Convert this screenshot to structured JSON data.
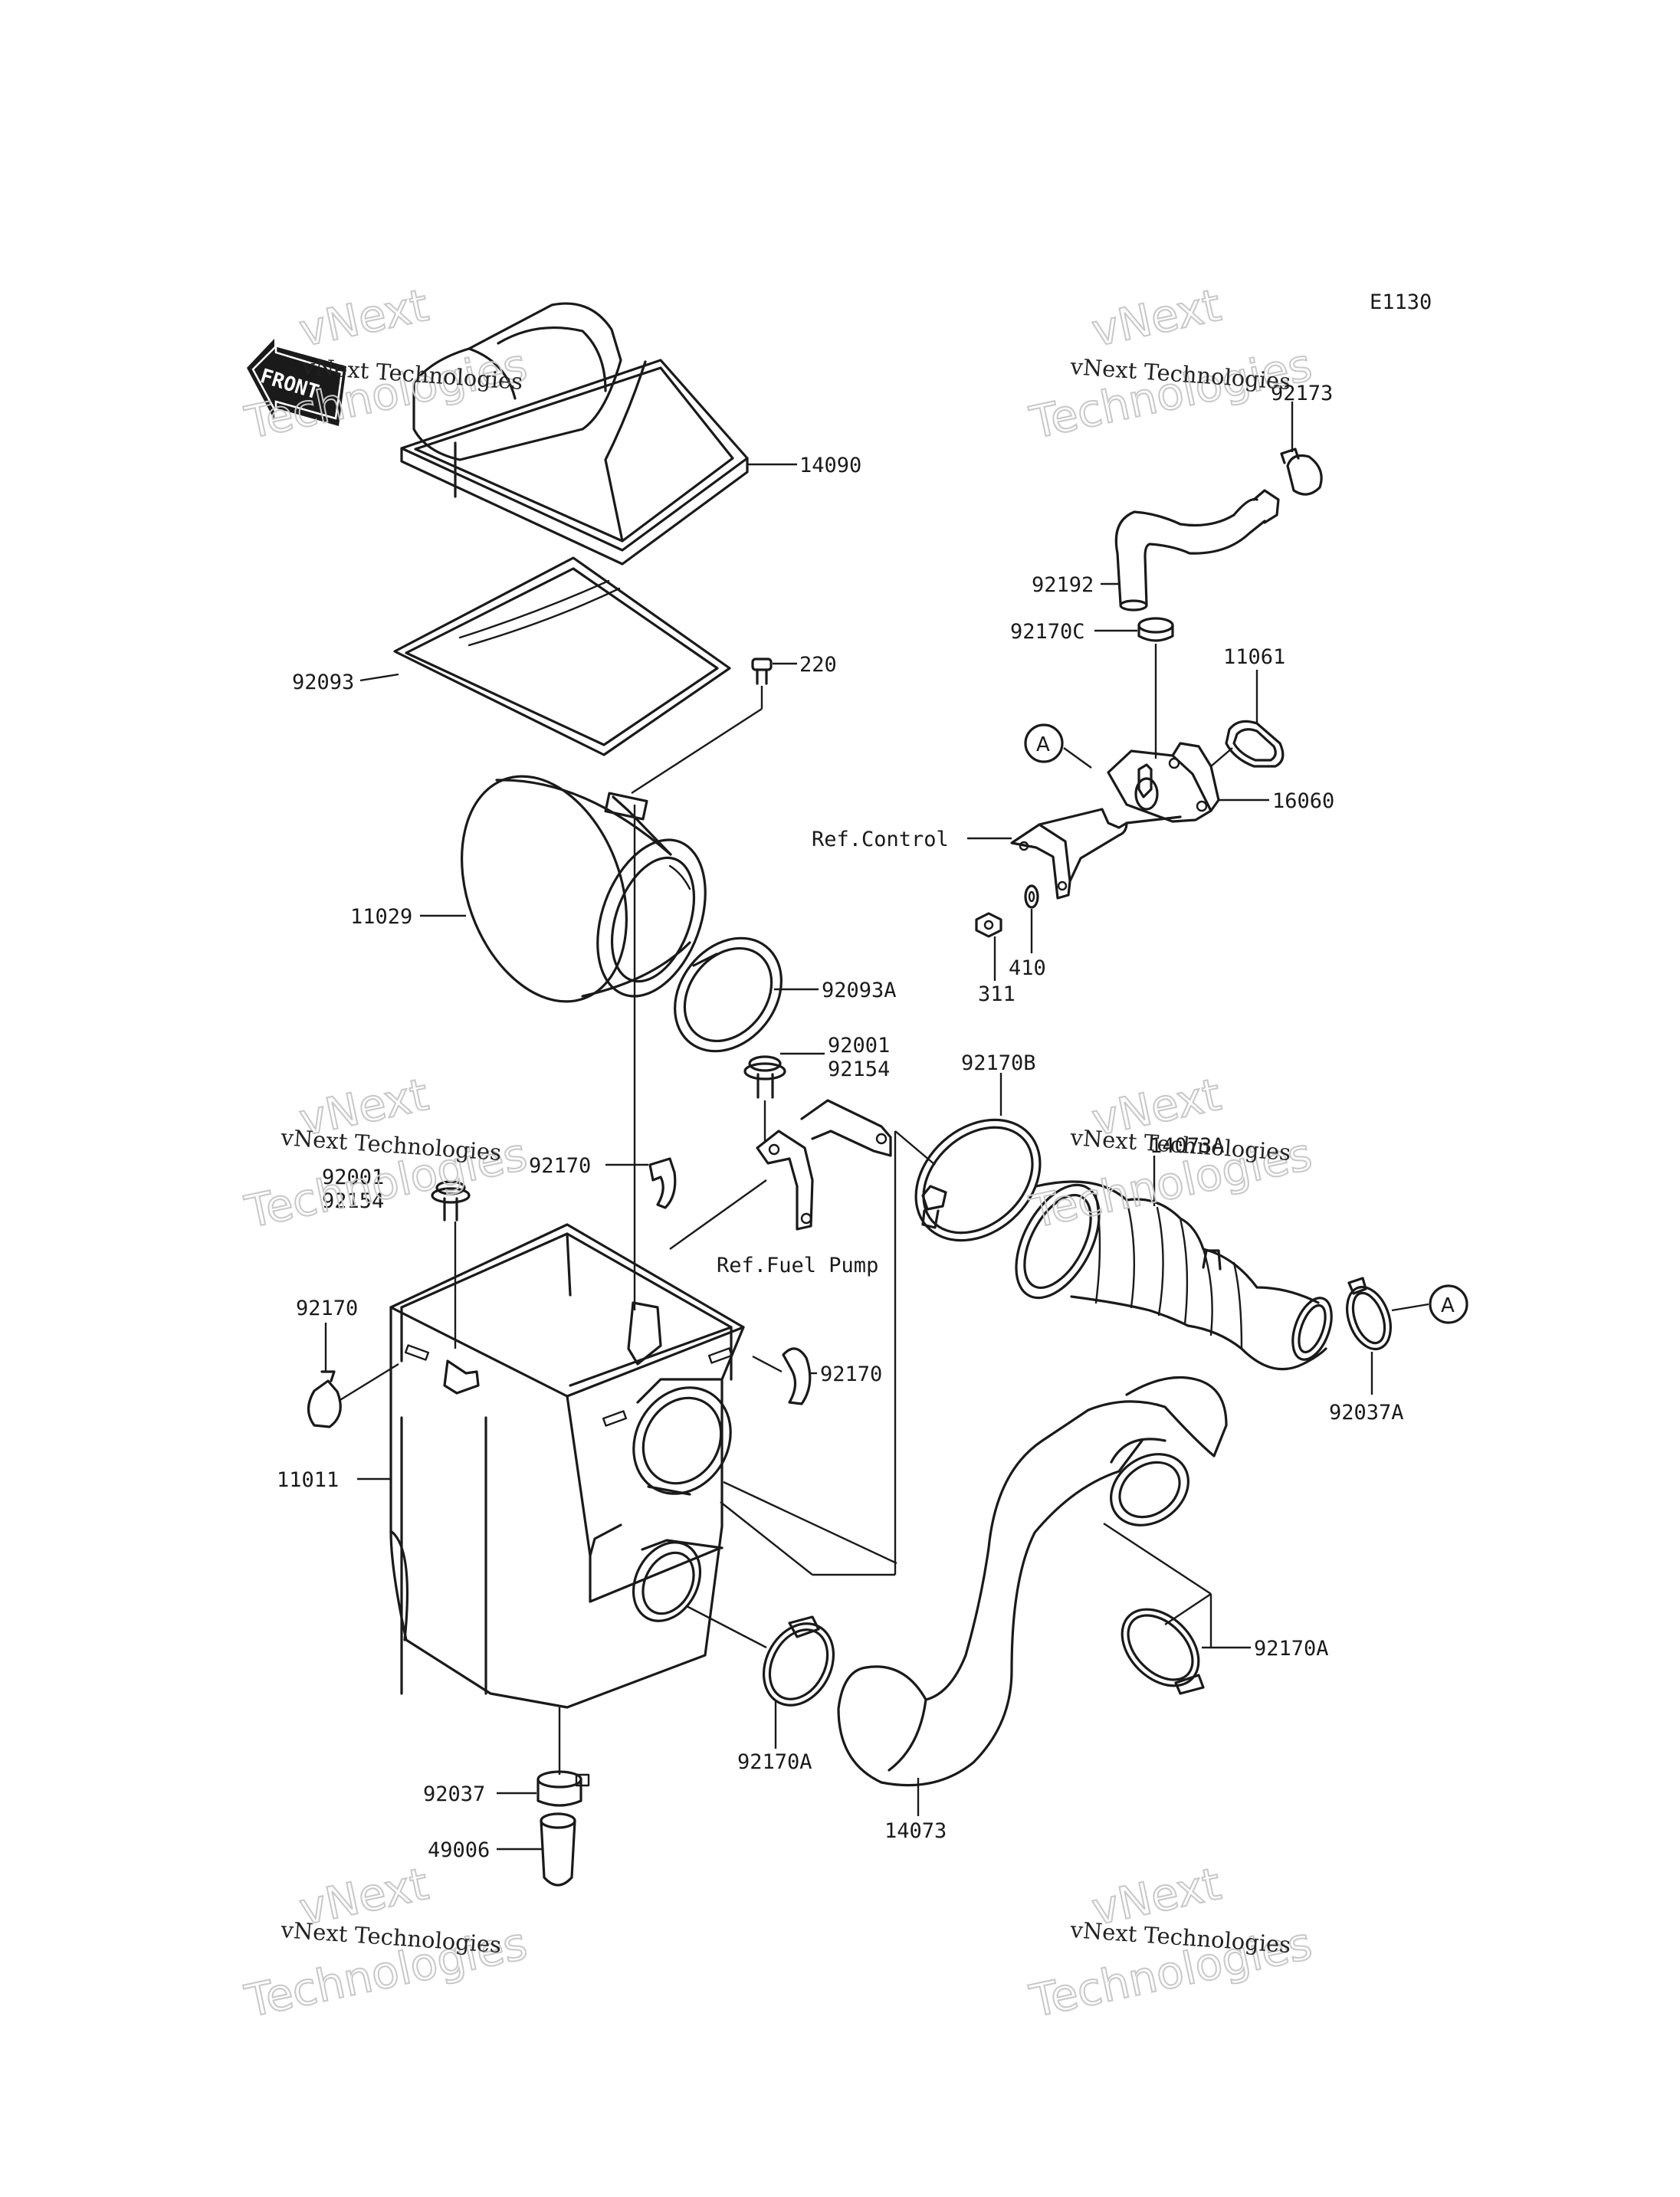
{
  "diagram_code": "E1130",
  "front_label": "FRONT",
  "callout_letter": "A",
  "watermark": {
    "line1": "vNext Technologies",
    "line2_top": "vNext",
    "line2_bottom": "Technologies"
  },
  "labels": {
    "p14090": "14090",
    "p92093": "92093",
    "p220": "220",
    "p11029": "11029",
    "p92093A": "92093A",
    "p92001_a": "92001",
    "p92154_a": "92154",
    "p92001_b": "92001",
    "p92154_b": "92154",
    "p92170_a": "92170",
    "p92170_b": "92170",
    "p92170_c": "92170",
    "ref_fuel_pump": "Ref.Fuel Pump",
    "p11011": "11011",
    "p92037": "92037",
    "p49006": "49006",
    "p92170A_a": "92170A",
    "p92170A_b": "92170A",
    "p14073": "14073",
    "p14073A": "14073A",
    "p92037A": "92037A",
    "p92170B": "92170B",
    "p92173": "92173",
    "p92192": "92192",
    "p92170C": "92170C",
    "p11061": "11061",
    "p16060": "16060",
    "ref_control": "Ref.Control",
    "p311": "311",
    "p410": "410"
  }
}
